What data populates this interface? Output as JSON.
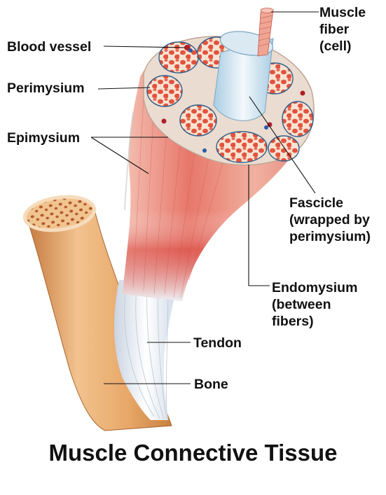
{
  "title": "Muscle Connective Tissue",
  "labels": {
    "muscle_fiber": [
      "Muscle",
      "fiber",
      "(cell)"
    ],
    "blood_vessel": "Blood vessel",
    "perimysium": "Perimysium",
    "epimysium": "Epimysium",
    "fascicle": [
      "Fascicle",
      "(wrapped by",
      "perimysium)"
    ],
    "endomysium": [
      "Endomysium",
      "(between",
      "fibers)"
    ],
    "tendon": "Tendon",
    "bone": "Bone"
  },
  "colors": {
    "muscle_red": "#d8453f",
    "muscle_light": "#f2b3a3",
    "fascicle_fill": "#f7d9c8",
    "fiber_red": "#e0543f",
    "tendon_white": "#e8eef4",
    "bone_tan": "#e3a36a",
    "sheath_blue": "#9fc3dc"
  }
}
